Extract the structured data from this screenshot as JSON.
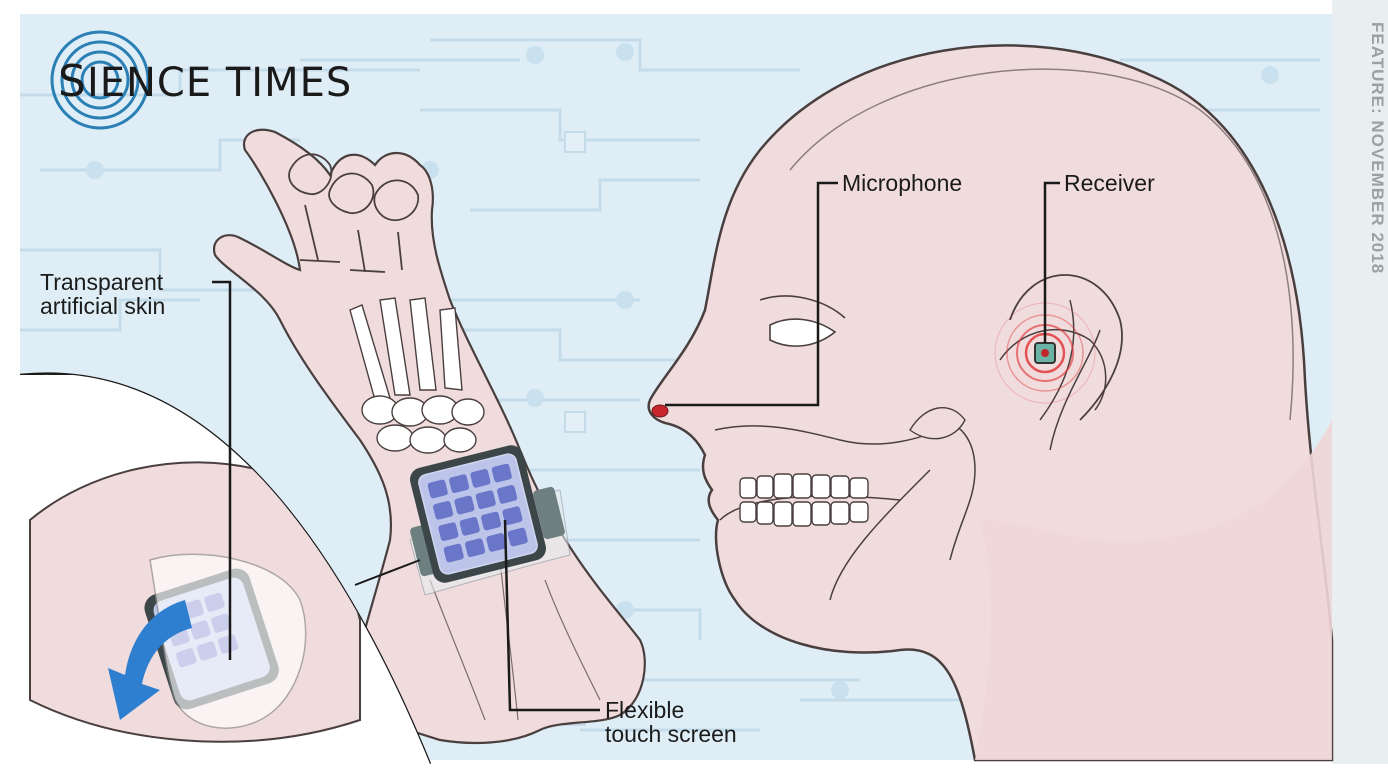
{
  "logo": {
    "text_s": "S",
    "text_rest": "IENCE TIMES"
  },
  "sidebar": {
    "feature_text": "FEATURE: NOVEMBER 2018"
  },
  "labels": {
    "microphone": "Microphone",
    "receiver": "Receiver",
    "skin_line1": "Transparent",
    "skin_line2": "artificial skin",
    "screen_line1": "Flexible",
    "screen_line2": "touch screen"
  },
  "colors": {
    "background": "#dfeef6",
    "circuit": "#c4dcea",
    "skin": "#f1dcdd",
    "skin_outline": "#4a3f3f",
    "accent_red": "#e0393c",
    "screen": "#bcc4ea",
    "arrow_blue": "#2f7fd0"
  }
}
